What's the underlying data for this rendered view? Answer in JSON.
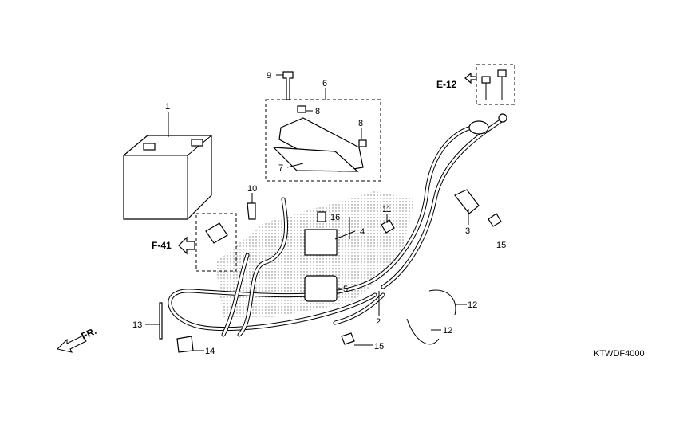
{
  "diagram": {
    "code": "KTWDF4000",
    "front_indicator": "FR.",
    "refs": {
      "e12": "E-12",
      "f41": "F-41"
    },
    "callouts": [
      {
        "id": "battery",
        "label": "1"
      },
      {
        "id": "fuse-box-assembly",
        "label": "6"
      },
      {
        "id": "bolt-top",
        "label": "9"
      },
      {
        "id": "fuse-a",
        "label": "8"
      },
      {
        "id": "fuse-b",
        "label": "8"
      },
      {
        "id": "cover",
        "label": "7"
      },
      {
        "id": "bolt-10",
        "label": "10"
      },
      {
        "id": "fuse-16",
        "label": "16"
      },
      {
        "id": "relay-4",
        "label": "4"
      },
      {
        "id": "bolt-11",
        "label": "11"
      },
      {
        "id": "cap-3",
        "label": "3"
      },
      {
        "id": "bolt-15a",
        "label": "15"
      },
      {
        "id": "relay-5",
        "label": "5"
      },
      {
        "id": "harness-2",
        "label": "2"
      },
      {
        "id": "band-12a",
        "label": "12"
      },
      {
        "id": "band-12b",
        "label": "12"
      },
      {
        "id": "clip-13",
        "label": "13"
      },
      {
        "id": "clip-14",
        "label": "14"
      },
      {
        "id": "bolt-15b",
        "label": "15"
      }
    ]
  }
}
